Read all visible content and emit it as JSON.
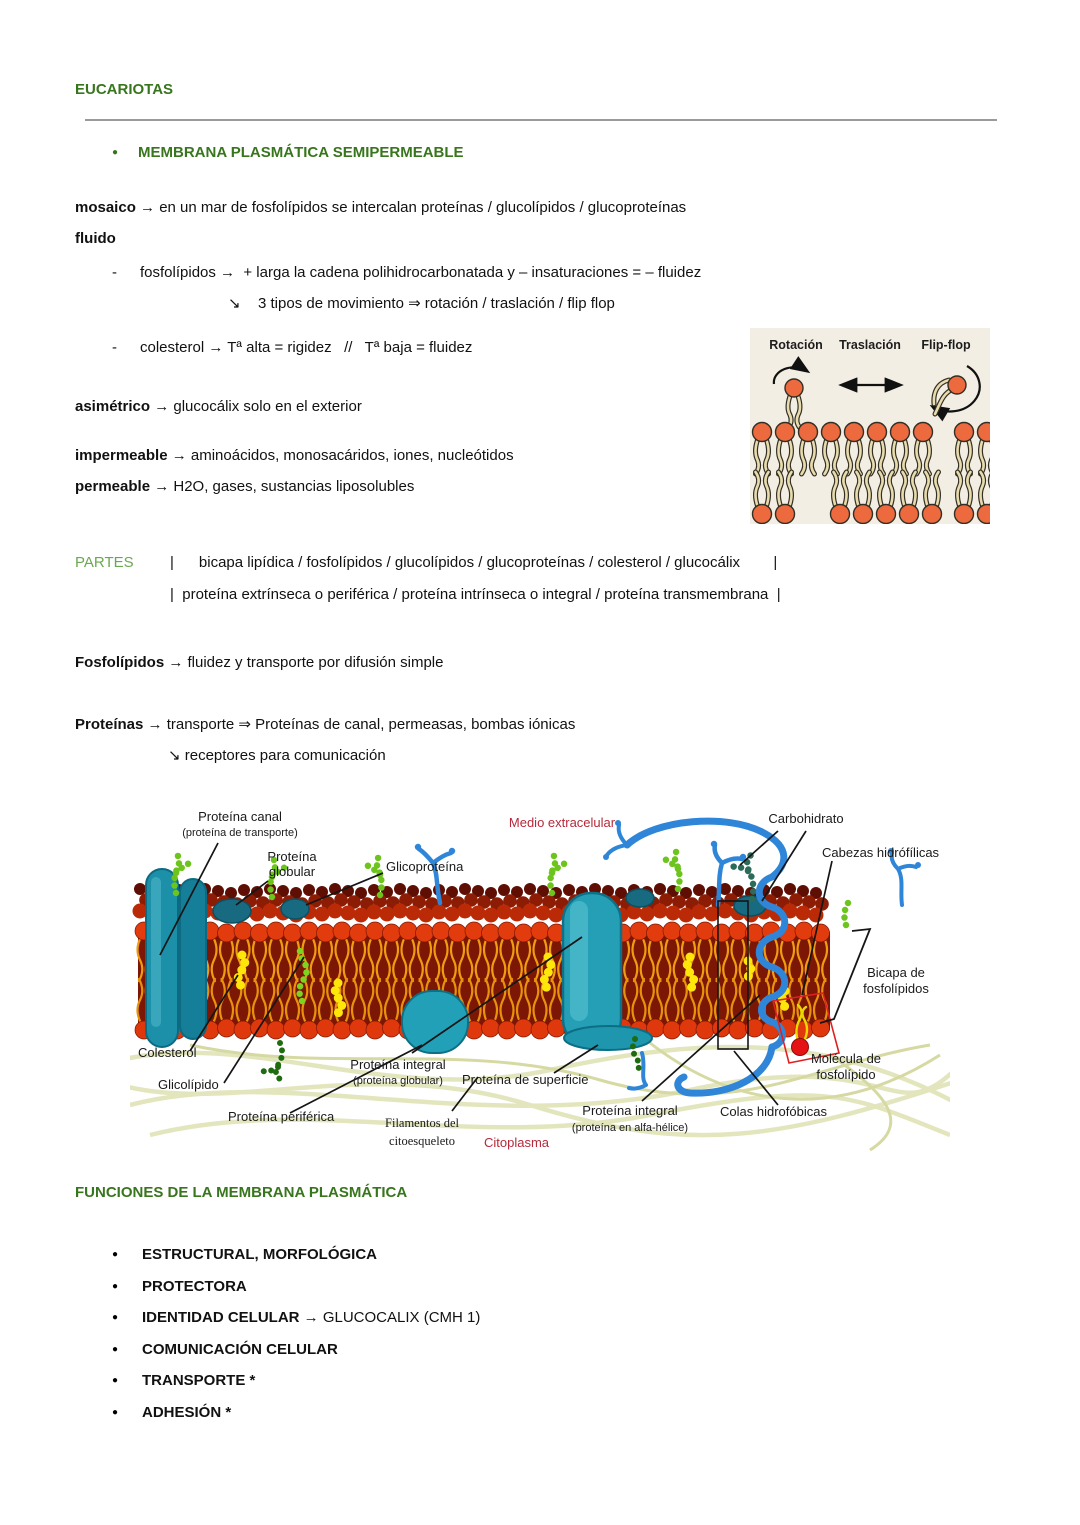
{
  "document": {
    "title": "EUCARIOTAS",
    "section_bullet": "MEMBRANA PLASMÁTICA SEMIPERMEABLE",
    "lines": {
      "mosaico_bold": "mosaico",
      "mosaico_rest": " → en un mar de fosfolípidos se intercalan proteínas / glucolípidos / glucoproteínas",
      "fluido": "fluido",
      "dash": "-",
      "fosfolipidos": "fosfolípidos →  + larga la cadena polihidrocarbonatada y – insaturaciones = – fluidez",
      "movimientos_arrow": "↘",
      "movimientos": "3 tipos de movimiento ⇒ rotación / traslación / flip flop",
      "colesterol": "colesterol → Tª alta = rigidez   //   Tª baja = fluidez",
      "asimetrico_bold": "asimétrico",
      "asimetrico_rest": " → glucocálix solo en el exterior",
      "impermeable_bold": "impermeable",
      "impermeable_rest": " → aminoácidos, monosacáridos, iones, nucleótidos",
      "permeable_bold": "permeable",
      "permeable_rest": " → H2O, gases, sustancias liposolubles",
      "partes_label": "PARTES",
      "partes_line1": "|      bicapa lipídica / fosfolípidos / glucolípidos / glucoproteínas / colesterol / glucocálix        |",
      "partes_line2": "|  proteína extrínseca o periférica / proteína intrínseca o integral / proteína transmembrana  |",
      "fosfolipidos2_bold": "Fosfolípidos",
      "fosfolipidos2_rest": " → fluidez y transporte por difusión simple",
      "proteinas_bold": "Proteínas",
      "proteinas_rest": " → transporte ⇒ Proteínas de canal, permeasas, bombas iónicas",
      "receptores": "↘ receptores para comunicación"
    },
    "funciones": {
      "heading": "FUNCIONES DE LA MEMBRANA PLASMÁTICA",
      "items": [
        {
          "bold": "ESTRUCTURAL, MORFOLÓGICA",
          "rest": ""
        },
        {
          "bold": "PROTECTORA",
          "rest": ""
        },
        {
          "bold": "IDENTIDAD CELULAR",
          "rest": " → GLUCOCALIX (CMH 1)"
        },
        {
          "bold": "COMUNICACIÓN CELULAR",
          "rest": ""
        },
        {
          "bold": "TRANSPORTE *",
          "rest": ""
        },
        {
          "bold": "ADHESIÓN *",
          "rest": ""
        }
      ]
    }
  },
  "movement_figure": {
    "labels": [
      "Rotación",
      "Traslación",
      "Flip-flop"
    ],
    "colors": {
      "background": "#f2eee3",
      "head": "#ed6a3e",
      "tail": "#e8dcae",
      "outline": "#332f24"
    }
  },
  "membrane_figure": {
    "labels": {
      "proteina_canal_1": "Proteína canal",
      "proteina_canal_2": "(proteína de transporte)",
      "proteina_globular_1": "Proteína",
      "proteina_globular_2": "globular",
      "glicoproteina": "Glicoproteína",
      "medio_extracelular": "Medio extracelular",
      "carbohidrato": "Carbohidrato",
      "cabezas_hidrofilicas": "Cabezas hidrófílicas",
      "bicapa_1": "Bicapa de",
      "bicapa_2": "fosfolípidos",
      "molecula_1": "Molécula de",
      "molecula_2": "fosfolípido",
      "colesterol": "Colesterol",
      "glicolipido": "Glicolípido",
      "proteina_periferica": "Proteína periférica",
      "proteina_integral_g_1": "Proteína integral",
      "proteina_integral_g_2": "(proteína globular)",
      "proteina_superficie": "Proteína de superficie",
      "filamentos_1": "Filamentos del",
      "filamentos_2": "citoesqueleto",
      "citoplasma": "Citoplasma",
      "proteina_integral_a_1": "Proteína integral",
      "proteina_integral_a_2": "(proteína en alfa-hélice)",
      "colas_hidrofobicas": "Colas hidrofóbicas"
    },
    "colors": {
      "head": "#e23c0e",
      "face": "#7c1605",
      "tail": "#f09c10",
      "protein_teal": "#259fb6",
      "glyco_blue": "#2f86d8",
      "carb_green": "#6cc41c",
      "cholesterol_yellow": "#ffe60a",
      "filament": "#e2e5ba",
      "red_label": "#b5293a"
    }
  }
}
